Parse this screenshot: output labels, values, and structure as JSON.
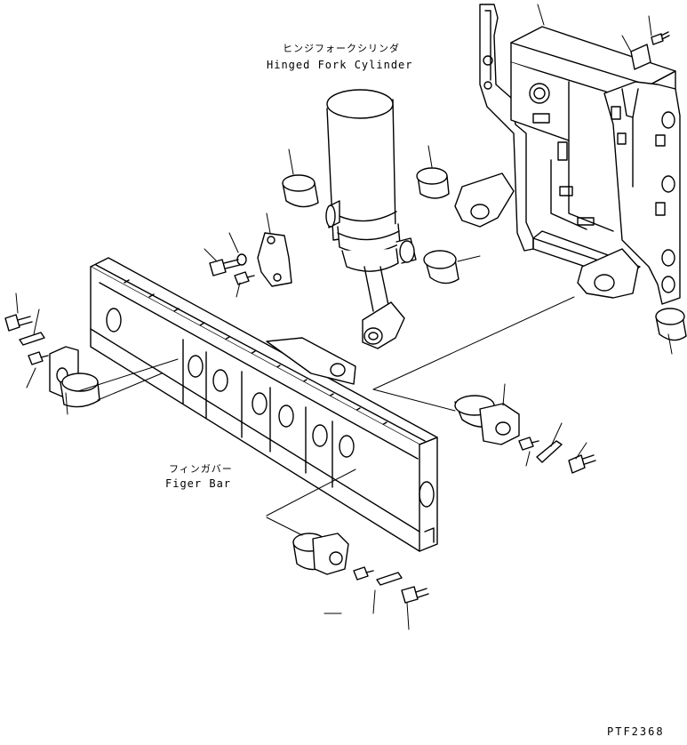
{
  "labels": {
    "cylinder_jp": "ヒンジフォークシリンダ",
    "cylinder_en": "Hinged Fork Cylinder",
    "finger_bar_jp": "フィンガバー",
    "finger_bar_en": "Figer Bar",
    "drawing_code": "PTF2368"
  }
}
